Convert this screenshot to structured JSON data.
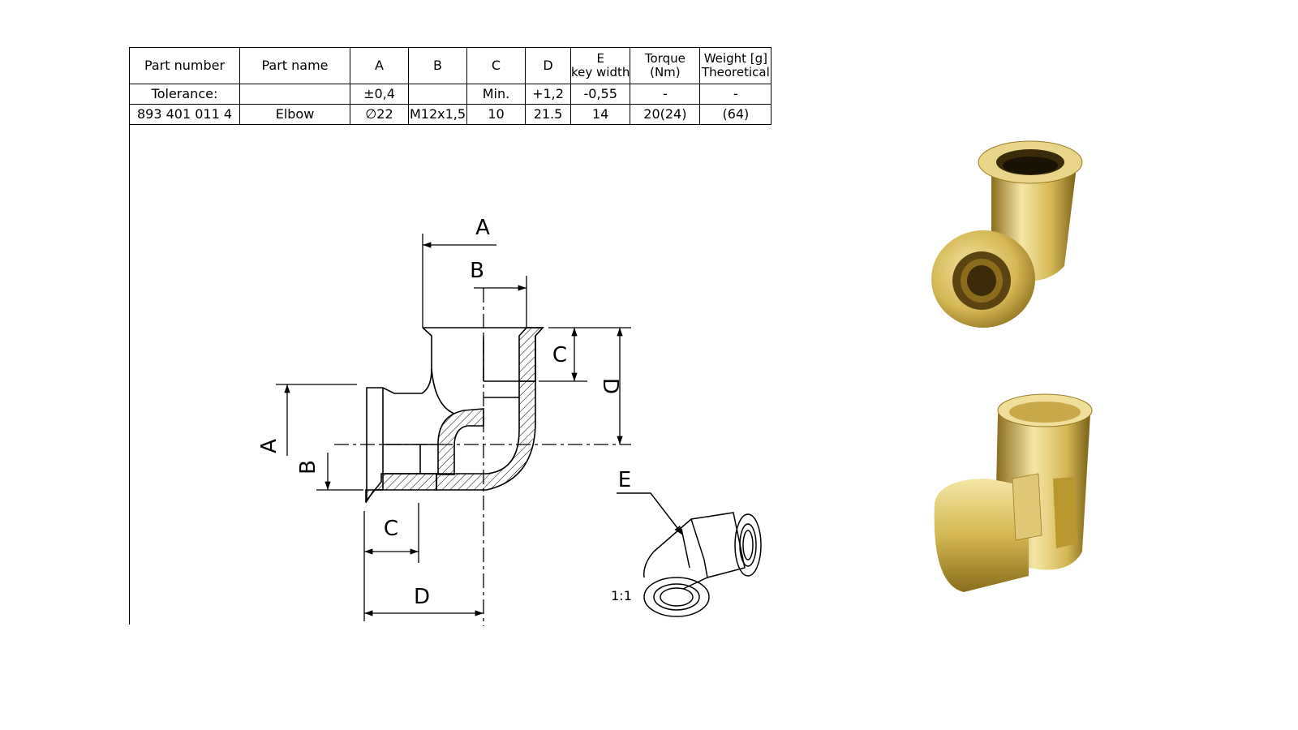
{
  "table": {
    "header": {
      "part_number": "Part number",
      "part_name": "Part name",
      "a": "A",
      "b": "B",
      "c": "C",
      "d": "D",
      "e_line1": "E",
      "e_line2": "key width",
      "torque_line1": "Torque",
      "torque_line2": "(Nm)",
      "weight_line1": "Weight [g]",
      "weight_line2": "Theoretical"
    },
    "tolerance": {
      "label": "Tolerance:",
      "part_name": "",
      "a": "±0,4",
      "b": "",
      "c": "Min.",
      "d": "+1,2",
      "e": "-0,55",
      "torque": "-",
      "weight": "-"
    },
    "row": {
      "part_number": "893 401 011 4",
      "part_name": "Elbow",
      "a": "∅22",
      "b": "M12x1,5",
      "c": "10",
      "d": "21.5",
      "e": "14",
      "torque": "20(24)",
      "weight": "(64)"
    }
  },
  "drawing": {
    "dim_a_top": "A",
    "dim_b_top": "B",
    "dim_c_right": "C",
    "dim_d_right": "D",
    "dim_a_left": "A",
    "dim_b_left": "B",
    "dim_c_bottom": "C",
    "dim_d_bottom": "D",
    "dim_e": "E",
    "scale": "1:1"
  },
  "colors": {
    "line": "#000000",
    "brass_light": "#f4e7a6",
    "brass_mid": "#d4b752",
    "brass_dark": "#8a6c1c"
  }
}
